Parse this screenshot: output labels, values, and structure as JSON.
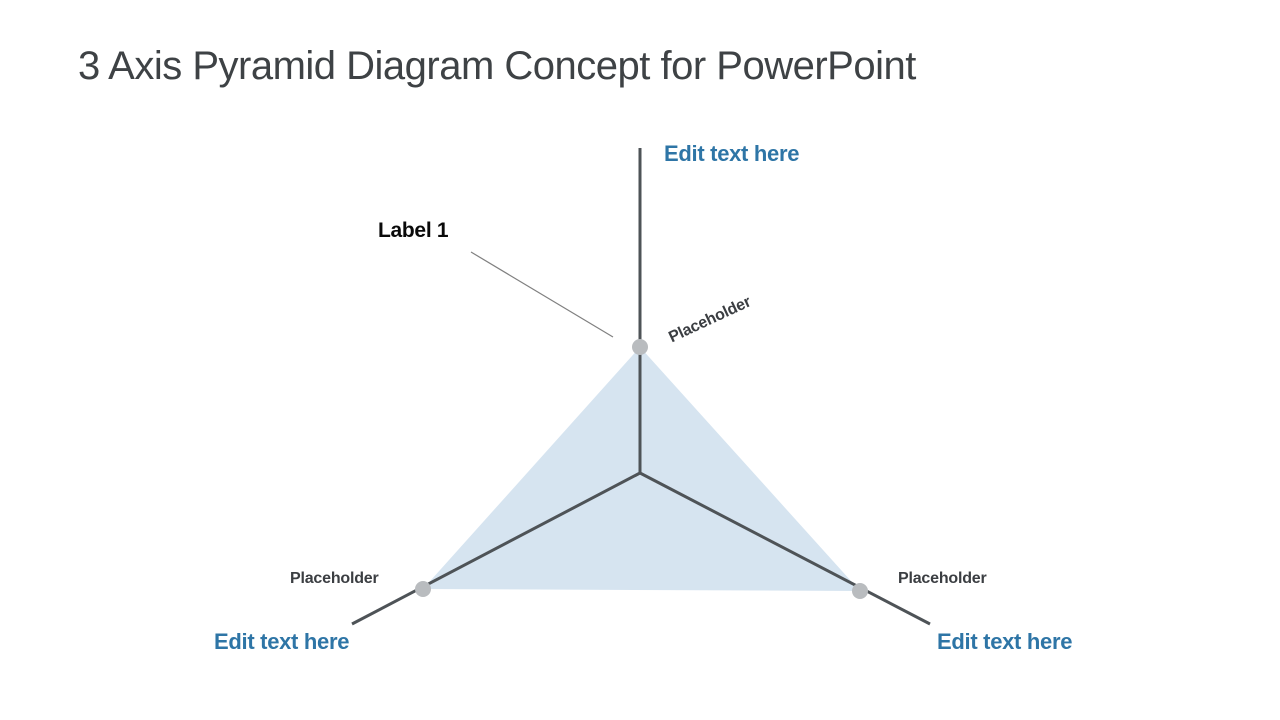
{
  "slide": {
    "title": "3 Axis Pyramid Diagram Concept for PowerPoint"
  },
  "colors": {
    "background": "#ffffff",
    "title_text": "#3e4245",
    "label_text": "#3b3e42",
    "accent_blue": "#2e75a6",
    "axis_line": "#4e5357",
    "leader_line": "#808080",
    "vertex_dot": "#b9bcbf",
    "triangle_fill": "#d6e4f0"
  },
  "diagram": {
    "type": "3-axis-radar-pyramid",
    "callout": {
      "label": "Label 1"
    },
    "axes": [
      {
        "position": "top",
        "edit_text": "Edit text here",
        "point_label": "Placeholder"
      },
      {
        "position": "bottom-left",
        "edit_text": "Edit text here",
        "point_label": "Placeholder"
      },
      {
        "position": "bottom-right",
        "edit_text": "Edit text here",
        "point_label": "Placeholder"
      }
    ]
  }
}
